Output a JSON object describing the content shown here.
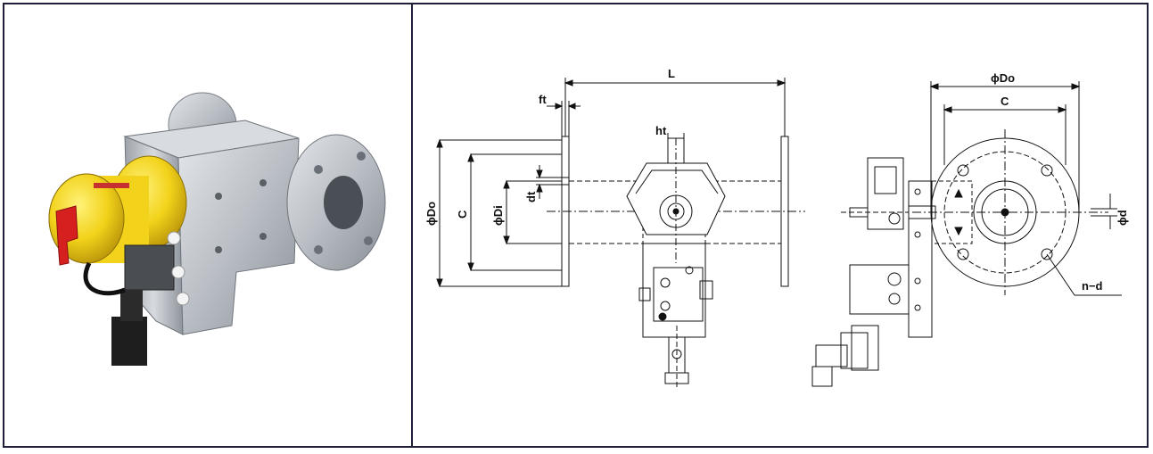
{
  "photo": {
    "body_color": "#f2d21a",
    "knob_color": "#d62020",
    "metal_color": "#b9bec4"
  },
  "drawing": {
    "labels": {
      "L": "L",
      "ft": "ft",
      "ht": "ht",
      "Do_left": "ϕDo",
      "C_left": "C",
      "Di": "ϕDi",
      "dt": "dt",
      "Do_right": "ϕDo",
      "C_right": "C",
      "d": "ϕd",
      "nd": "n−d"
    },
    "line_color": "#111111"
  }
}
